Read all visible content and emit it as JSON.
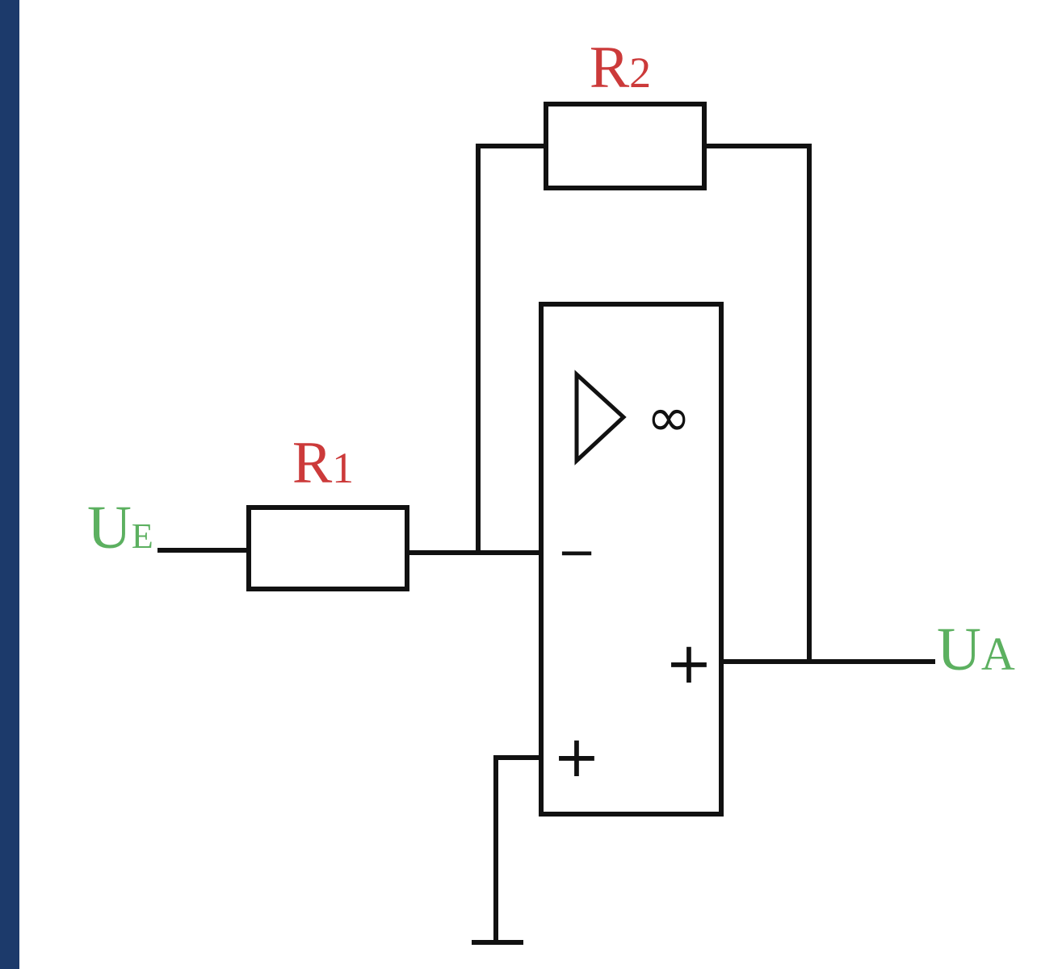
{
  "colors": {
    "sidebar": "#1c3a6b",
    "resistor_label": "#cc3a3a",
    "voltage_label": "#5cb060",
    "wire": "#111111"
  },
  "circuit": {
    "input": {
      "main": "U",
      "sub": "E"
    },
    "output": {
      "main": "U",
      "sub": "A"
    },
    "r1": {
      "main": "R",
      "sub": "1"
    },
    "r2": {
      "main": "R",
      "sub": "2"
    },
    "opamp": {
      "gain_symbol": "∞",
      "inverting_sign": "−",
      "non_inverting_sign": "+",
      "output_sign": "+"
    }
  }
}
